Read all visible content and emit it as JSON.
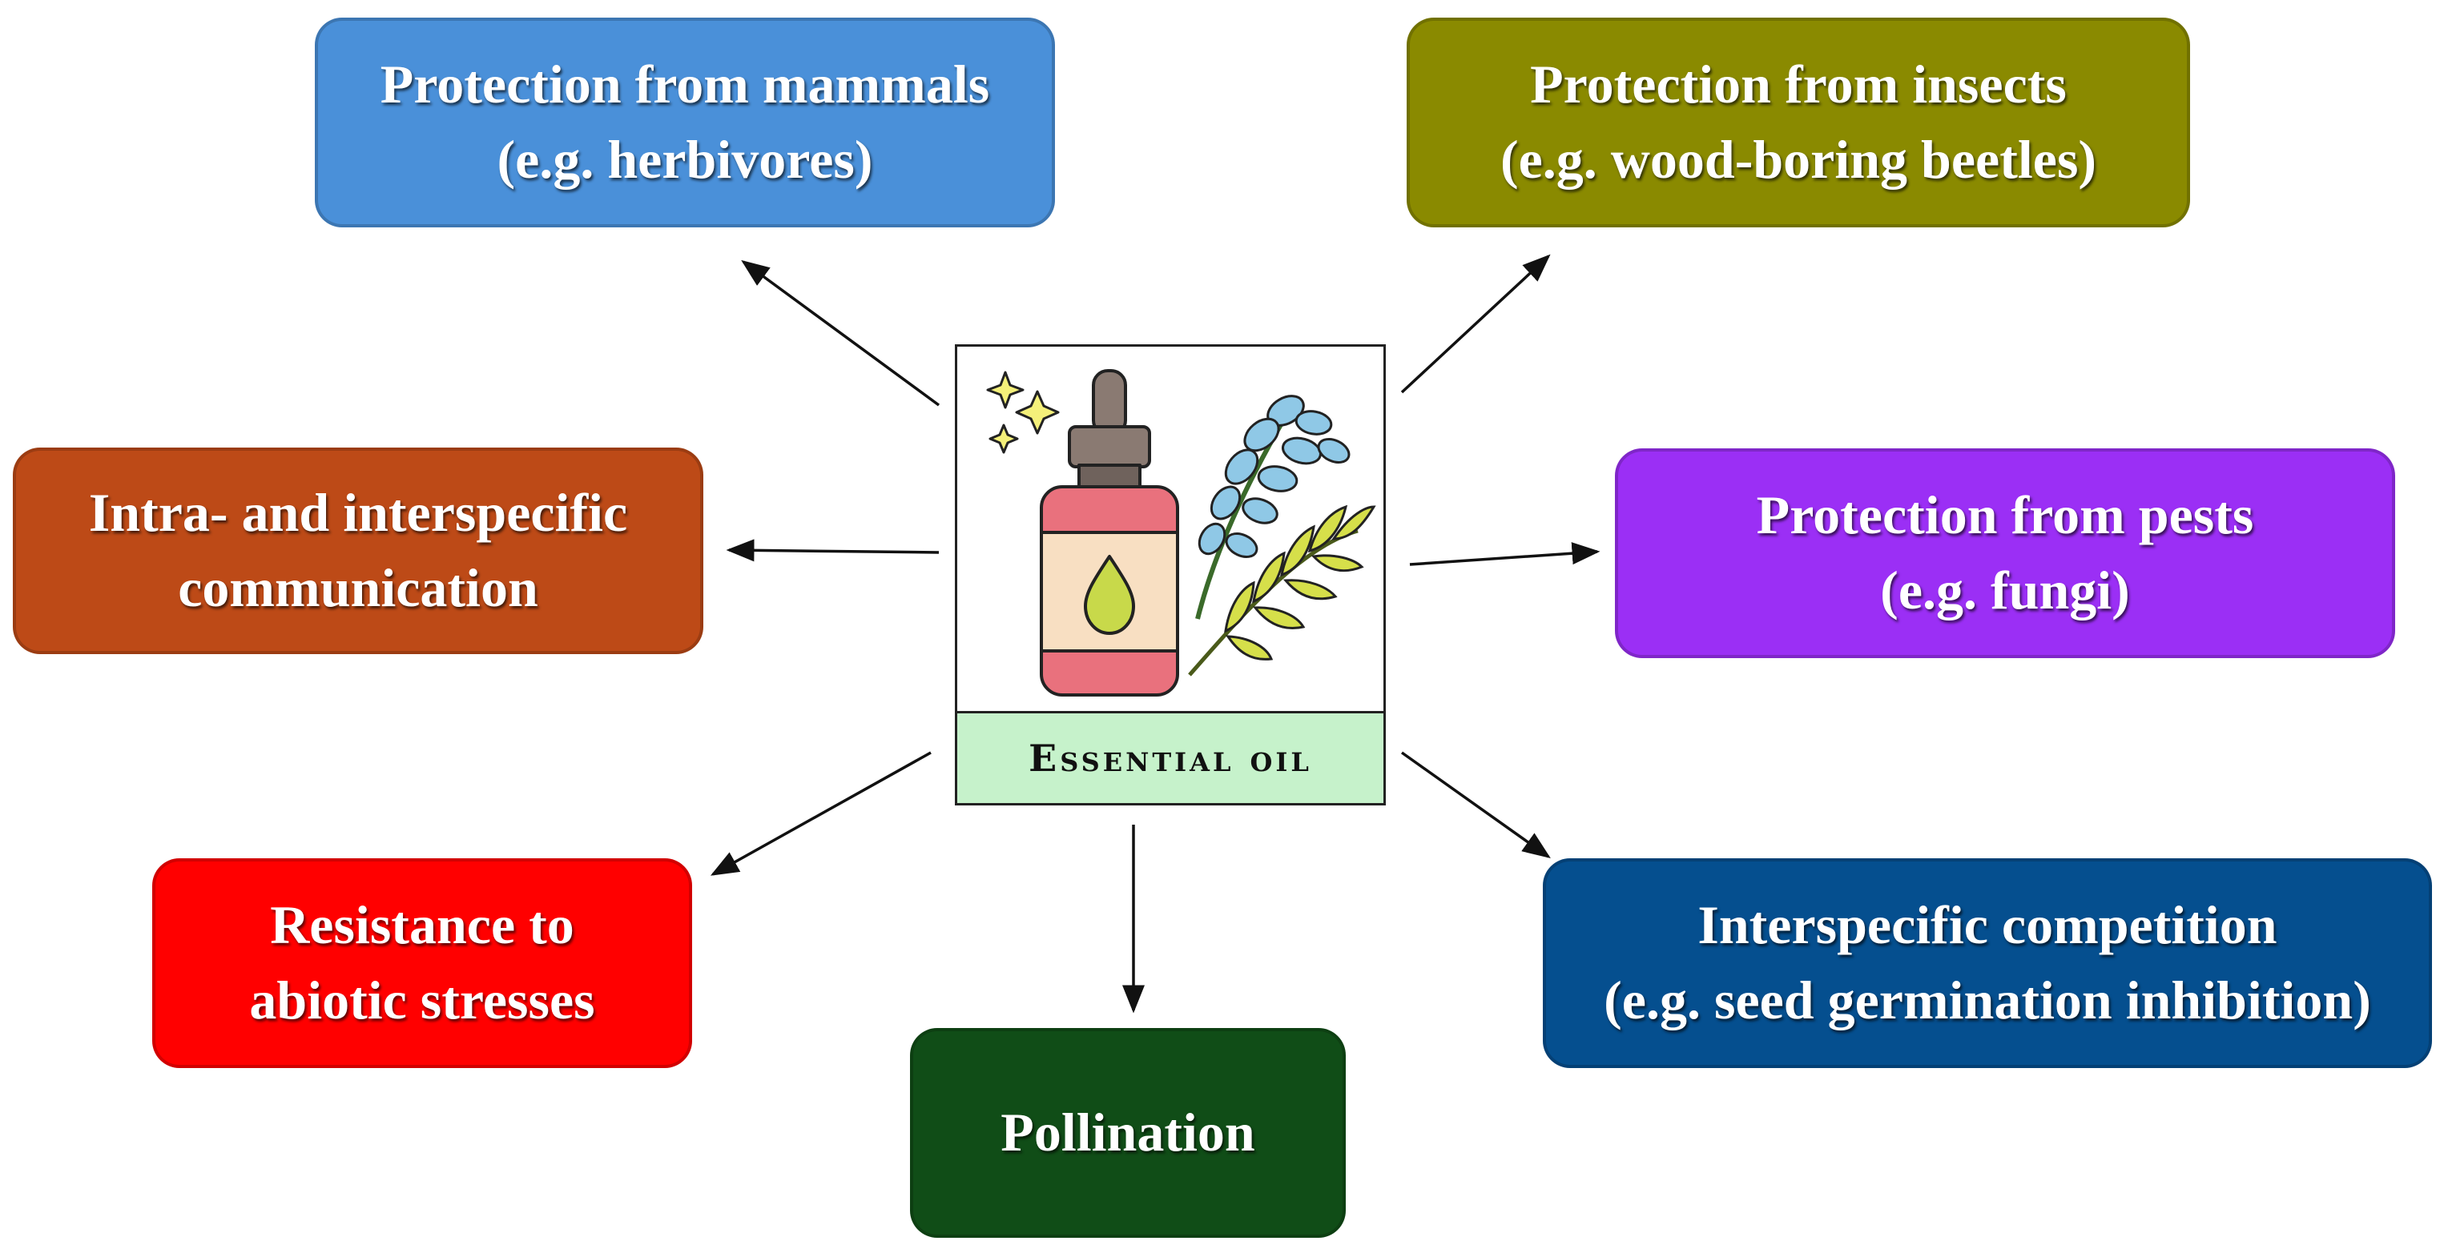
{
  "center": {
    "label": "Essential oil",
    "icons": [
      "essential-oil-bottle-icon",
      "lavender-sprig-icon",
      "leaf-branch-icon",
      "sparkle-icon"
    ]
  },
  "boxes": {
    "mammals": {
      "line1": "Protection from mammals",
      "line2": "(e.g. herbivores)",
      "color": "#4a90d9"
    },
    "insects": {
      "line1": "Protection from insects",
      "line2": "(e.g. wood-boring beetles)",
      "color": "#8a8a00"
    },
    "communication": {
      "line1": "Intra- and interspecific",
      "line2": "communication",
      "color": "#bd4a17"
    },
    "pests": {
      "line1": "Protection from pests",
      "line2": "(e.g. fungi)",
      "color": "#9b2ff5"
    },
    "abiotic": {
      "line1": "Resistance to",
      "line2": "abiotic stresses",
      "color": "#ff0000"
    },
    "competition": {
      "line1": "Interspecific competition",
      "line2": "(e.g. seed germination inhibition)",
      "color": "#054f8f"
    },
    "pollination": {
      "line1": "Pollination",
      "color": "#104d17"
    }
  }
}
